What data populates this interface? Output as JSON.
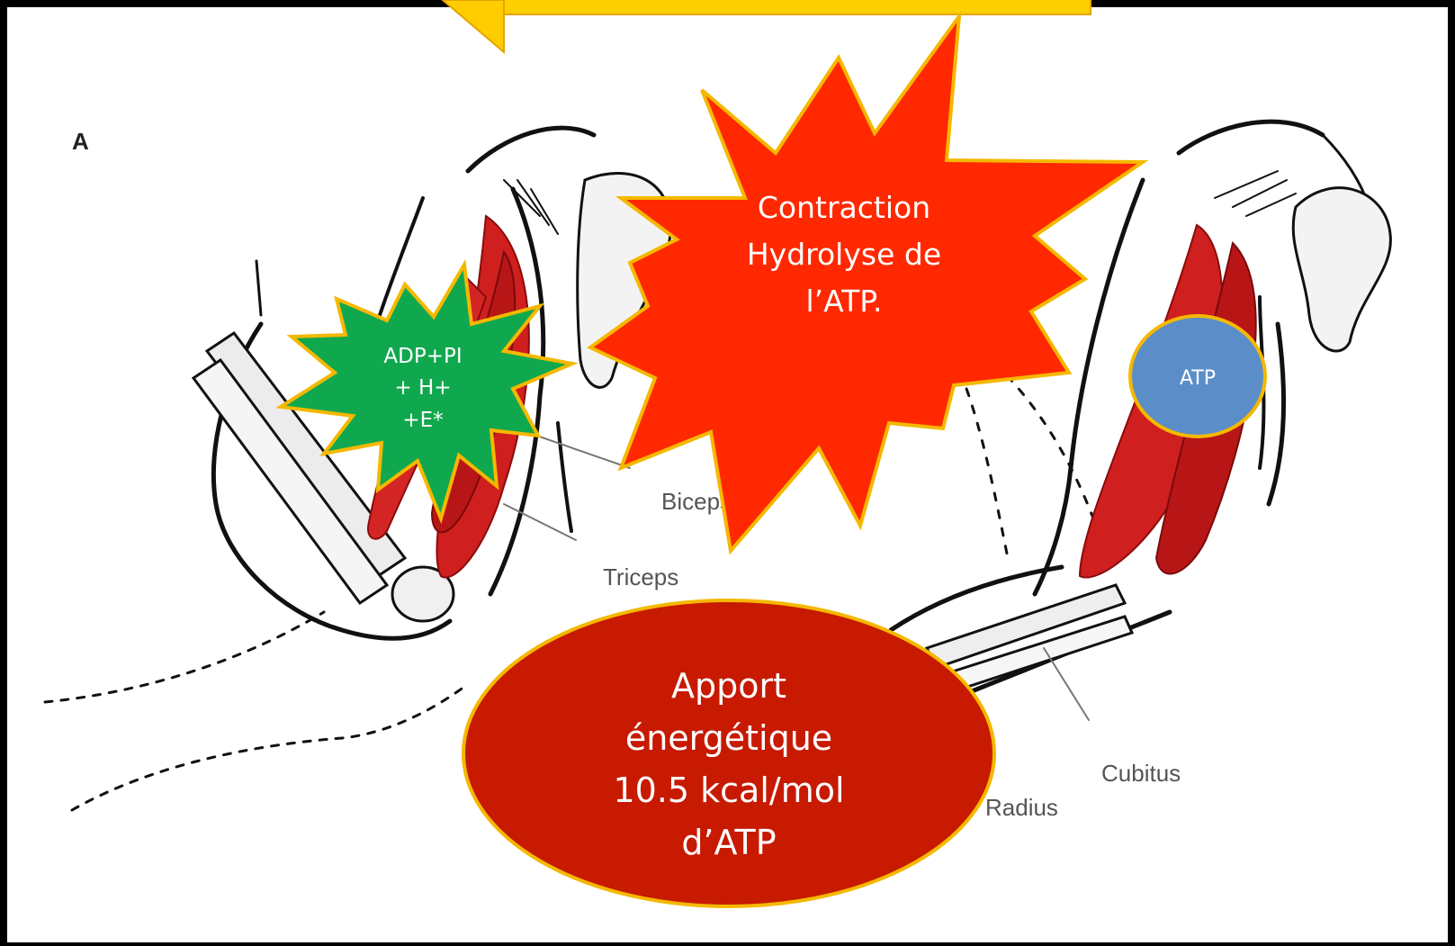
{
  "figure_letter": "A",
  "labels": {
    "biceps": "Biceps",
    "triceps": "Triceps",
    "cubitus": "Cubitus",
    "radius": "Radius"
  },
  "callouts": {
    "products": [
      "ADP+PI",
      "+ H+",
      "+E*"
    ],
    "contraction": [
      "Contraction",
      "Hydrolyse de",
      "l’ATP."
    ],
    "atp": "ATP",
    "energy": [
      "Apport",
      "énergétique",
      "10.5 kcal/mol",
      "d’ATP"
    ]
  },
  "colors": {
    "products_fill": "#10a84e",
    "contraction_fill": "#ff2800",
    "atp_fill": "#5b8ec8",
    "energy_fill": "#c71a00",
    "outline": "#f5b800",
    "muscle": "#cf1f1f",
    "top_callout": "#ffd000"
  }
}
